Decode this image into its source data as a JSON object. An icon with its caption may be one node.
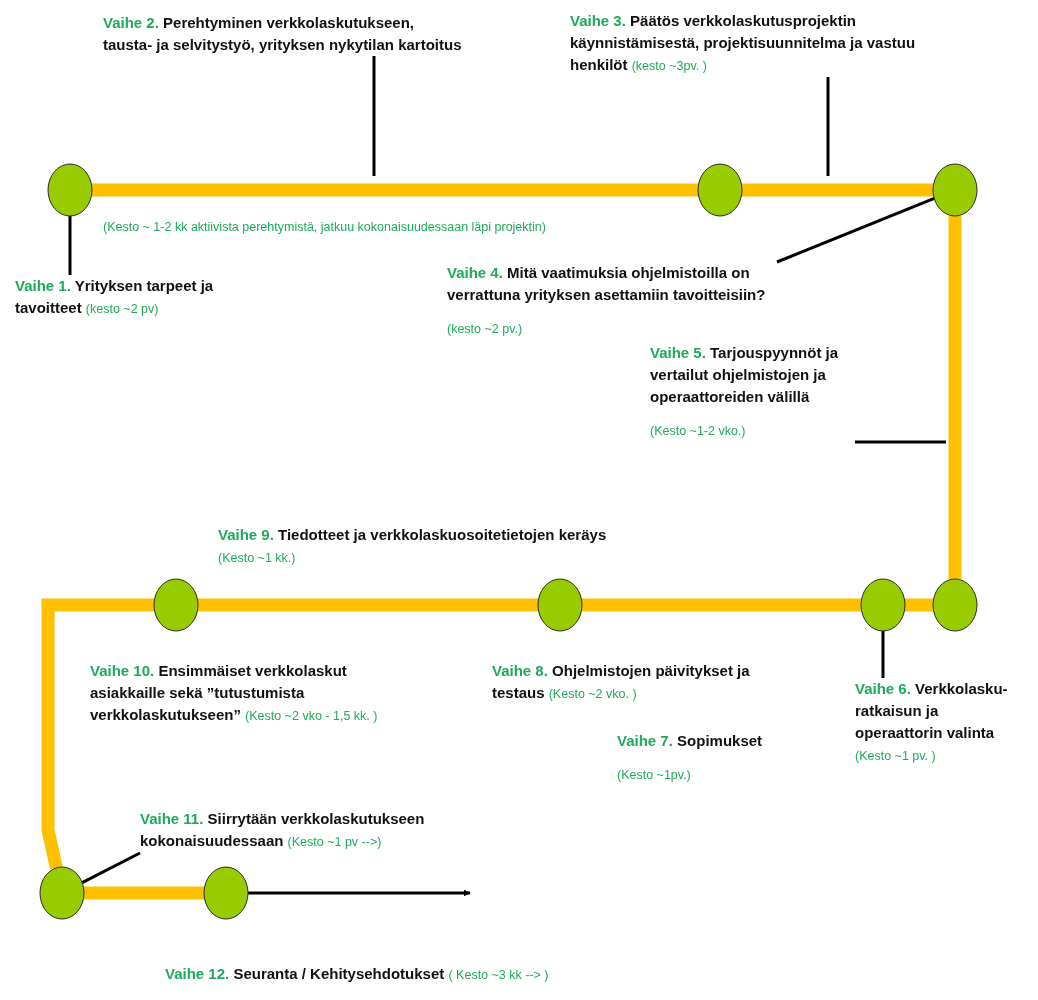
{
  "diagram": {
    "nodes": [
      {
        "text": [
          "Vaihe 2.",
          "Perehtyminen verkkolaskutukseen, tausta- ja selvitystyö, yrityksen nykytilan kartoitus"
        ]
      },
      {
        "text": [
          "Vaihe 3.",
          "Päätös verkkolaskutusprojektin käynnistämisestä, projektisuunnitelma ja vastuu henkilöt",
          "(kesto ~3pv. )"
        ]
      },
      {
        "text": [],
        "shape": "circle"
      },
      {
        "text": [],
        "shape": "circle"
      },
      {
        "text": [],
        "shape": "circle"
      },
      {
        "text": [
          "Vaihe 1.",
          "Yrityksen tarpeet ja tavoitteet",
          "(kesto ~2 pv)"
        ]
      },
      {
        "text": [
          "Vaihe 4.",
          "Mitä vaatimuksia ohjelmistoilla on verrattuna yrityksen asettamiin tavoitteisiin?",
          "(kesto ~2 pv.)"
        ]
      },
      {
        "text": [
          "Vaihe 5.",
          "Tarjouspyynnöt ja vertailut ohjelmistojen ja operaattoreiden välillä",
          "(Kesto ~1-2 vko.)"
        ]
      },
      {
        "text": [
          "Vaihe 9.",
          "Tiedotteet ja verkkolaskuosoitetietojen keräys",
          "(Kesto ~1 kk.)"
        ]
      },
      {
        "text": [],
        "shape": "circle"
      },
      {
        "text": [],
        "shape": "circle"
      },
      {
        "text": [],
        "shape": "circle"
      },
      {
        "text": [],
        "shape": "circle"
      },
      {
        "text": [
          "Vaihe 10.",
          "Ensimmäiset verkkolaskut asiakkaille sekä ”tutustumista verkkolaskutukseen”",
          "(Kesto ~2 vko - 1,5 kk. )"
        ]
      },
      {
        "text": [
          "Vaihe 8.",
          "Ohjelmistojen päivitykset ja testaus",
          "(Kesto ~2 vko. )"
        ]
      },
      {
        "text": [
          "Vaihe 6.",
          "Verkkolasku-ratkaisun ja operaattorin valinta",
          "(Kesto ~1 pv. )"
        ]
      },
      {
        "text": [
          "Vaihe 7.",
          "Sopimukset",
          "(Kesto ~1pv.)"
        ]
      },
      {
        "text": [
          "Vaihe 11.",
          "Siirrytään verkkolaskutukseen kokonaisuudessaan",
          "(Kesto ~1 pv -->)"
        ]
      },
      {
        "text": [],
        "shape": "circle"
      },
      {
        "text": [],
        "shape": "circle"
      },
      {
        "text": [
          "Vaihe 12.",
          "Seuranta / Kehitysehdotukset",
          "( Kesto ~3 kk --> )"
        ]
      }
    ],
    "edges": [
      {
        "from": 2,
        "to": 3,
        "arrow": "none",
        "style": "thick",
        "color": "#ffc000"
      },
      {
        "from": 3,
        "to": 4,
        "arrow": "none",
        "style": "thick",
        "color": "#ffc000"
      },
      {
        "from": 4,
        "to": 12,
        "arrow": "none",
        "style": "thick",
        "color": "#ffc000"
      },
      {
        "from": 12,
        "to": 11,
        "arrow": "none",
        "style": "thick",
        "color": "#ffc000"
      },
      {
        "from": 11,
        "to": 10,
        "arrow": "none",
        "style": "thick",
        "color": "#ffc000"
      },
      {
        "from": 10,
        "to": 9,
        "arrow": "none",
        "style": "thick",
        "color": "#ffc000"
      },
      {
        "from": 9,
        "to": 18,
        "arrow": "none",
        "style": "thick",
        "color": "#ffc000"
      },
      {
        "from": 18,
        "to": 19,
        "arrow": "none",
        "style": "thick",
        "color": "#ffc000"
      },
      {
        "from": 19,
        "to": null,
        "arrow": "to",
        "color": "#000000"
      },
      {
        "from": 5,
        "to": 2,
        "arrow": "none",
        "color": "#000000"
      },
      {
        "from": 0,
        "to": null,
        "arrow": "none",
        "color": "#000000"
      },
      {
        "from": 1,
        "to": null,
        "arrow": "none",
        "color": "#000000"
      },
      {
        "from": 6,
        "to": 4,
        "arrow": "none",
        "color": "#000000"
      },
      {
        "from": 7,
        "to": null,
        "arrow": "none",
        "color": "#000000"
      },
      {
        "from": 15,
        "to": 11,
        "arrow": "none",
        "color": "#000000"
      },
      {
        "from": 17,
        "to": 18,
        "arrow": "none",
        "color": "#000000"
      }
    ],
    "labels": [
      "(Kesto ~ 1-2 kk aktiivista perehtymistä,  jatkuu kokonaisuudessaan läpi projektin)"
    ]
  }
}
